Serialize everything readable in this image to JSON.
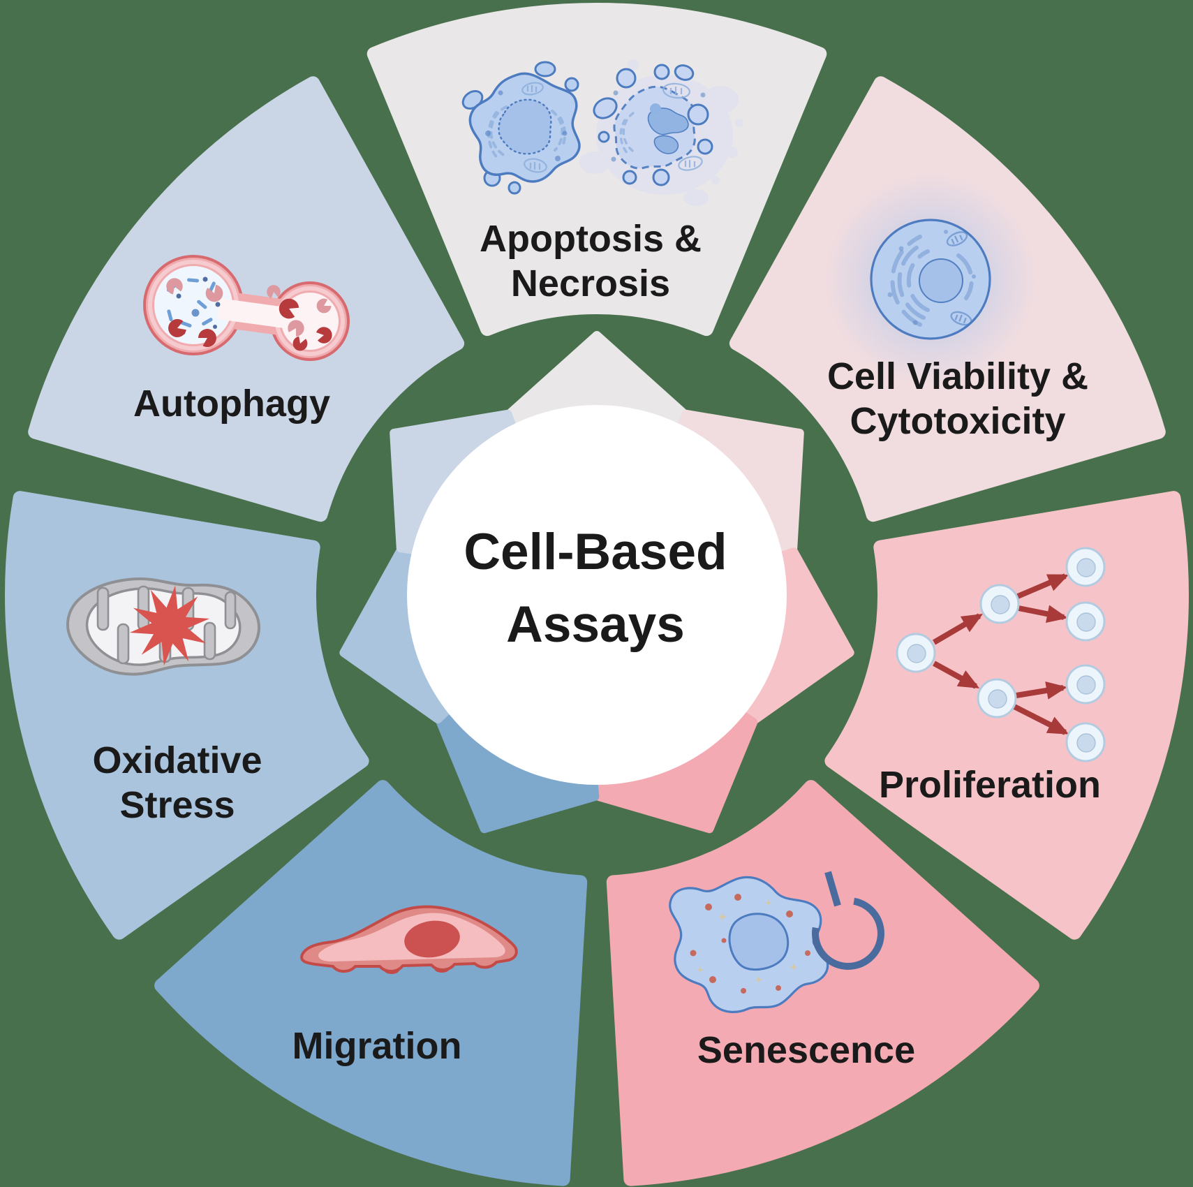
{
  "diagram_title": {
    "line1": "Cell-Based",
    "line2": "Assays"
  },
  "palette": {
    "background": "#48704C",
    "center_circle": "#FFFFFF",
    "title_text": "#1A1A1A",
    "label_text": "#1A1A1A",
    "cell_fill": "#B9CFEF",
    "cell_stroke": "#4C7BC0",
    "nucleus_fill": "#A5C1E9",
    "nucleus_dark": "#8FB3E3",
    "necro_fill": "#C6D6F2",
    "necrosis_halo": "#DCE0F1",
    "glow": "#AFC6EC",
    "organelle_blue": "#8FB0DD",
    "arrow_red": "#A83A3A",
    "pcell_fill": "#EDF5FC",
    "pcell_stroke": "#B3CBE0",
    "pcell_nucleus": "#C9DAEC",
    "arrest_blue": "#4A6B9D",
    "senescence_dot_red": "#C9604F",
    "senescence_dot_tan": "#D9C8A0",
    "mig_outer": "#E08A88",
    "mig_inner": "#F5BDBF",
    "mig_stroke": "#C24B48",
    "mig_nucleus": "#CB5250",
    "mito_fill": "#C4C4C8",
    "mito_stroke": "#8F9094",
    "mito_inner": "#F3F3F5",
    "burst_red": "#D9534F",
    "auto_ring": "#F0ABAF",
    "auto_ring_stroke": "#D66A6F",
    "auto_ring_light": "#F6CBCF",
    "auto_left": "#EFF6FD",
    "auto_right": "#FDF3F4",
    "auto_dash_blue": "#6F9ED6",
    "auto_dot_navy": "#3E5F94",
    "lysosome_red": "#B73B3C",
    "lysosome_pink": "#DD98A0"
  },
  "segments": [
    {
      "id": "apoptosis-necrosis",
      "label_lines": [
        "Apoptosis &",
        "Necrosis"
      ],
      "color": "#E9E7E8",
      "icon": "apoptosis-necrosis-icon"
    },
    {
      "id": "cell-viability-cytotoxicity",
      "label_lines": [
        "Cell Viability &",
        "Cytotoxicity"
      ],
      "color": "#F1DDE0",
      "icon": "viable-cell-icon"
    },
    {
      "id": "proliferation",
      "label_lines": [
        "Proliferation"
      ],
      "color": "#F6C4C8",
      "icon": "proliferation-icon"
    },
    {
      "id": "senescence",
      "label_lines": [
        "Senescence"
      ],
      "color": "#F4AAB3",
      "icon": "senescence-icon"
    },
    {
      "id": "migration",
      "label_lines": [
        "Migration"
      ],
      "color": "#7FA8CD",
      "icon": "migration-icon"
    },
    {
      "id": "oxidative-stress",
      "label_lines": [
        "Oxidative",
        "Stress"
      ],
      "color": "#AAC4DD",
      "icon": "oxidative-stress-icon"
    },
    {
      "id": "autophagy",
      "label_lines": [
        "Autophagy"
      ],
      "color": "#CAD5E5",
      "icon": "autophagy-icon"
    }
  ]
}
